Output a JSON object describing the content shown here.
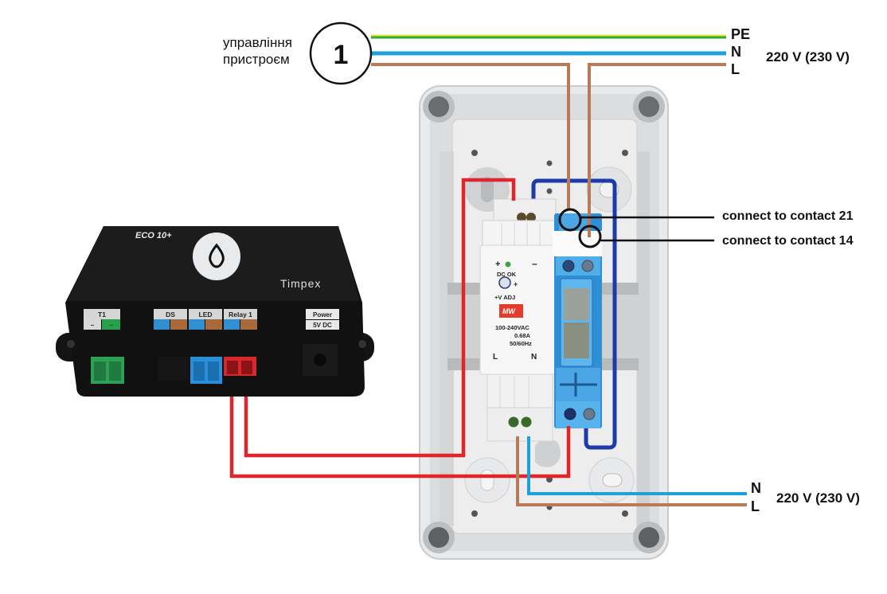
{
  "control_label": [
    "управління",
    "пристроєм"
  ],
  "marker_number": "1",
  "supply_top": {
    "wires": [
      {
        "label": "PE",
        "color": "#2eaa3a",
        "stripe": "#e6e52a"
      },
      {
        "label": "N",
        "color": "#1ea0d8"
      },
      {
        "label": "L",
        "color": "#b87a58"
      }
    ],
    "voltage": "220 V (230 V)"
  },
  "supply_bottom": {
    "wires": [
      {
        "label": "N",
        "color": "#1ea0d8"
      },
      {
        "label": "L",
        "color": "#b87a58"
      }
    ],
    "voltage": "220 V (230 V)"
  },
  "annotations": [
    {
      "text": "connect to contact 21"
    },
    {
      "text": "connect to contact 14"
    }
  ],
  "controller": {
    "model": "ECO 10+",
    "brand": "Timpex",
    "ports": [
      {
        "name": "T1",
        "pins": [
          "–",
          "–"
        ],
        "pin_colors": [
          "#d8d8d8",
          "#26a04a"
        ],
        "connector_color": "#2ea055"
      },
      {
        "name": "DS",
        "pin_colors": [
          "#2f8fd0",
          "#a86a3a"
        ],
        "connector_color": "#151515"
      },
      {
        "name": "LED",
        "pin_colors": [
          "#2f8fd0",
          "#a86a3a"
        ],
        "connector_color": "#2a8fd8"
      },
      {
        "name": "Relay 1",
        "pin_colors": [
          "#2f8fd0",
          "#a86a3a"
        ],
        "connector_color": "#d8282e"
      }
    ],
    "power": {
      "label": "Power",
      "sub": "5V DC"
    }
  },
  "psu": {
    "plus": "+",
    "minus": "–",
    "dc_ok": "DC OK",
    "adj": "+V ADJ",
    "adj_plus": "+",
    "brand": "MW",
    "rating": [
      "100-240VAC",
      "0.68A",
      "50/60Hz"
    ],
    "terminals": [
      "L",
      "N"
    ]
  },
  "relay_wire_color": "#e0252b",
  "bridge_wire_color": "#1c3aa8"
}
